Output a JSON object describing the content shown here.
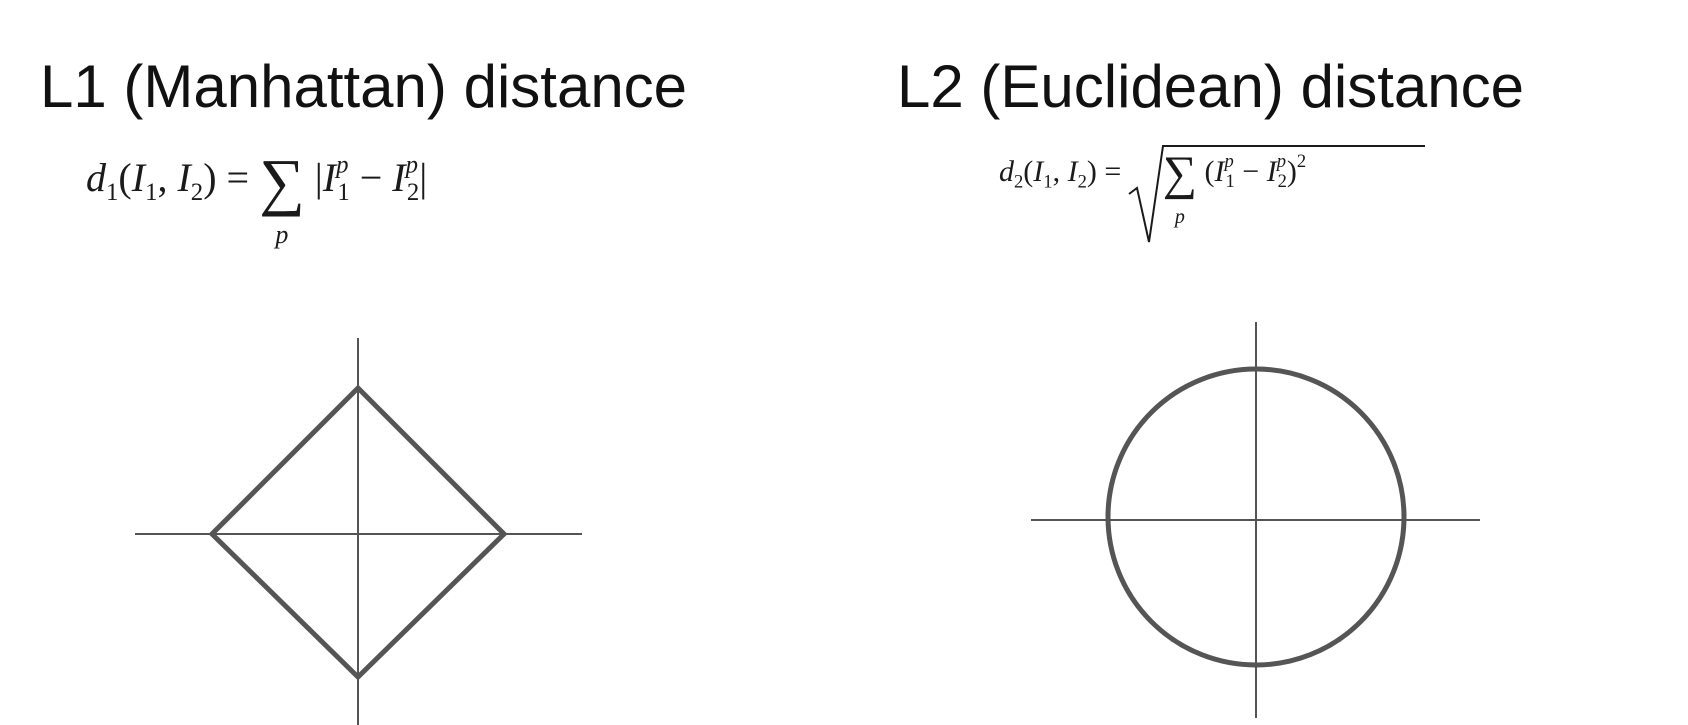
{
  "l1": {
    "title": "L1 (Manhattan) distance",
    "formula": {
      "lhs_fn": "d",
      "lhs_sub": "1",
      "arg1": "I",
      "arg1_sub": "1",
      "comma": ",",
      "arg2": "I",
      "arg2_sub": "2",
      "equals": "=",
      "sigma": "∑",
      "sum_index": "p",
      "bar": "|",
      "term1": "I",
      "term1_sup": "p",
      "term1_sub": "1",
      "minus": "−",
      "term2": "I",
      "term2_sup": "p",
      "term2_sub": "2"
    },
    "shape": "diamond"
  },
  "l2": {
    "title": "L2 (Euclidean) distance",
    "formula": {
      "lhs_fn": "d",
      "lhs_sub": "2",
      "arg1": "I",
      "arg1_sub": "1",
      "comma": ",",
      "arg2": "I",
      "arg2_sub": "2",
      "equals": "=",
      "sigma": "∑",
      "sum_index": "p",
      "term1": "I",
      "term1_sup": "p",
      "term1_sub": "1",
      "minus": "−",
      "term2": "I",
      "term2_sup": "p",
      "term2_sub": "2",
      "power": "2"
    },
    "shape": "circle"
  },
  "colors": {
    "shape_stroke": "#555555",
    "axis_stroke": "#555555",
    "text": "#111111"
  }
}
